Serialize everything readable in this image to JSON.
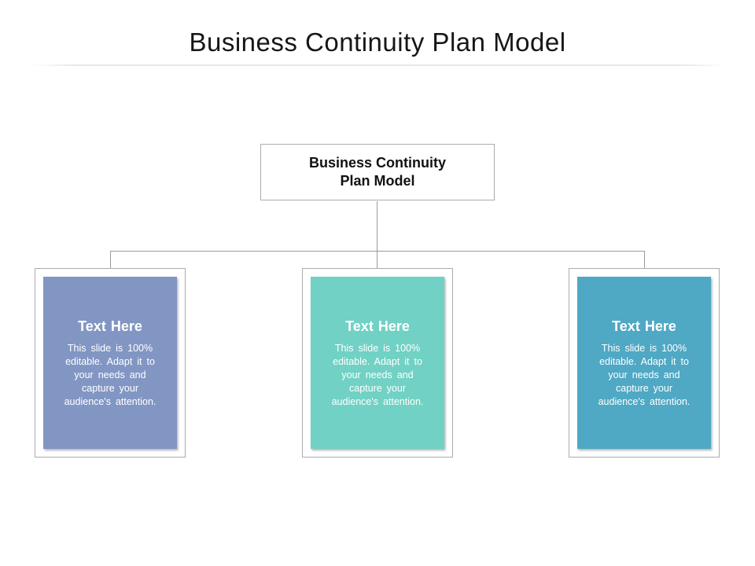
{
  "slide": {
    "title": "Business Continuity Plan Model",
    "root_box": {
      "lines": [
        "Business Continuity",
        "Plan Model"
      ]
    },
    "child_boxes": [
      {
        "heading": "Text Here",
        "body_lines": [
          "This slide is 100%",
          "editable. Adapt it to",
          "your needs and",
          "capture your",
          "audience's attention."
        ],
        "fill_color": "#8296C4"
      },
      {
        "heading": "Text Here",
        "body_lines": [
          "This slide is 100%",
          "editable. Adapt it to",
          "your needs and",
          "capture your",
          "audience's attention."
        ],
        "fill_color": "#71D1C4"
      },
      {
        "heading": "Text Here",
        "body_lines": [
          "This slide is 100%",
          "editable. Adapt it to",
          "your needs and",
          "capture your",
          "audience's attention."
        ],
        "fill_color": "#4FA8C4"
      }
    ],
    "colors": {
      "connector": "#9A9A9A",
      "box_border": "#ACACAC",
      "divider": "#E8E8E8",
      "title_text": "#161616",
      "box_text": "#FFFFFF"
    }
  }
}
